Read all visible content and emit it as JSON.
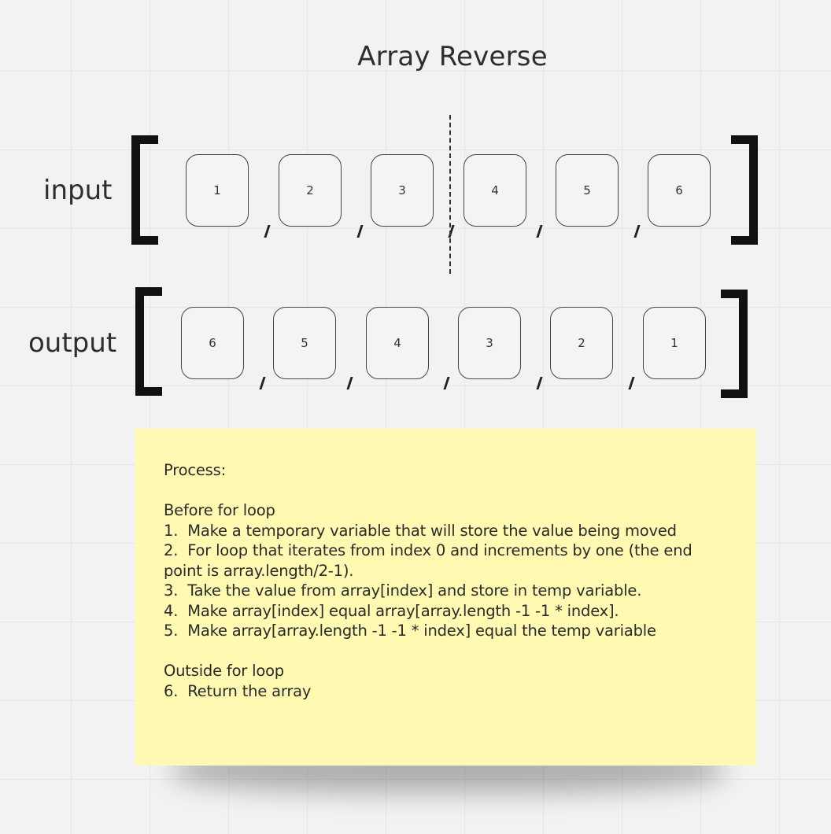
{
  "title": "Array Reverse",
  "input": {
    "label": "input",
    "values": [
      "1",
      "2",
      "3",
      "4",
      "5",
      "6"
    ]
  },
  "output": {
    "label": "output",
    "values": [
      "6",
      "5",
      "4",
      "3",
      "2",
      "1"
    ]
  },
  "note": {
    "heading": "Process:",
    "before_heading": "Before for loop",
    "steps": [
      "1.  Make a temporary variable that will store the value being moved",
      "2.  For loop that iterates from index 0 and increments by one (the end point is array.length/2-1).",
      "3.  Take the value from array[index] and store in temp variable.",
      "4.  Make array[index] equal array[array.length -1 -1 * index].",
      "5.  Make array[array.length -1 -1 * index] equal the temp variable"
    ],
    "outside_heading": "Outside for loop",
    "final_step": "6.  Return the array"
  },
  "colors": {
    "note_background": "#fff9b1",
    "bracket": "#111111",
    "canvas": "#f2f2f2"
  }
}
